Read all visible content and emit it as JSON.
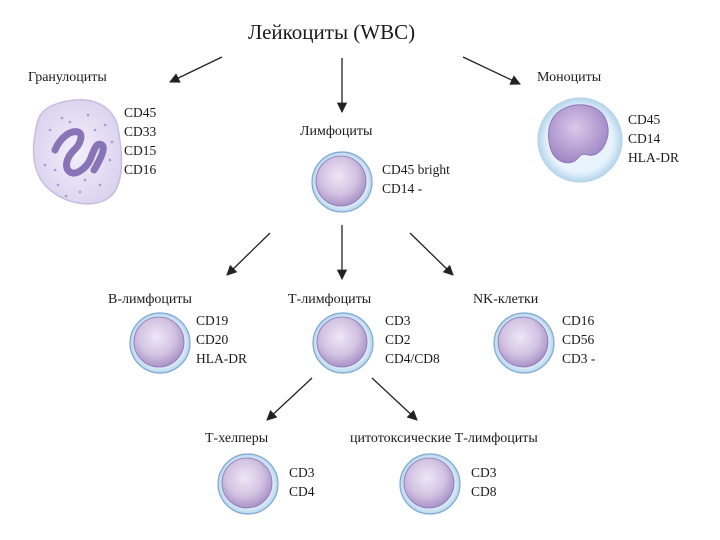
{
  "title": "Лейкоциты (WBC)",
  "cells": {
    "granulocytes": {
      "label": "Гранулоциты",
      "markers": [
        "CD45",
        "CD33",
        "CD15",
        "CD16"
      ]
    },
    "monocytes": {
      "label": "Моноциты",
      "markers": [
        "CD45",
        "CD14",
        "HLA-DR"
      ]
    },
    "lymphocytes": {
      "label": "Лимфоциты",
      "markers": [
        "CD45 bright",
        "CD14 -"
      ]
    },
    "b_lymphocytes": {
      "label": "В-лимфоциты",
      "markers": [
        "CD19",
        "CD20",
        "HLA-DR"
      ]
    },
    "t_lymphocytes": {
      "label": "Т-лимфоциты",
      "markers": [
        "CD3",
        "CD2",
        "CD4/CD8"
      ]
    },
    "nk_cells": {
      "label": "NK-клетки",
      "markers": [
        "CD16",
        "CD56",
        "CD3 -"
      ]
    },
    "t_helpers": {
      "label": "Т-хелперы",
      "markers": [
        "CD3",
        "CD4"
      ]
    },
    "cytotoxic_t": {
      "label": "цитотоксические Т-лимфоциты",
      "markers": [
        "CD3",
        "CD8"
      ]
    }
  },
  "colors": {
    "cell_fill": "#d9cbe6",
    "cell_halo": "#cfe7f5",
    "cell_outline": "#6f86b8",
    "nucleus": "#a892c6",
    "granulocyte_fill": "#e8e1f3",
    "arrow": "#222222"
  }
}
